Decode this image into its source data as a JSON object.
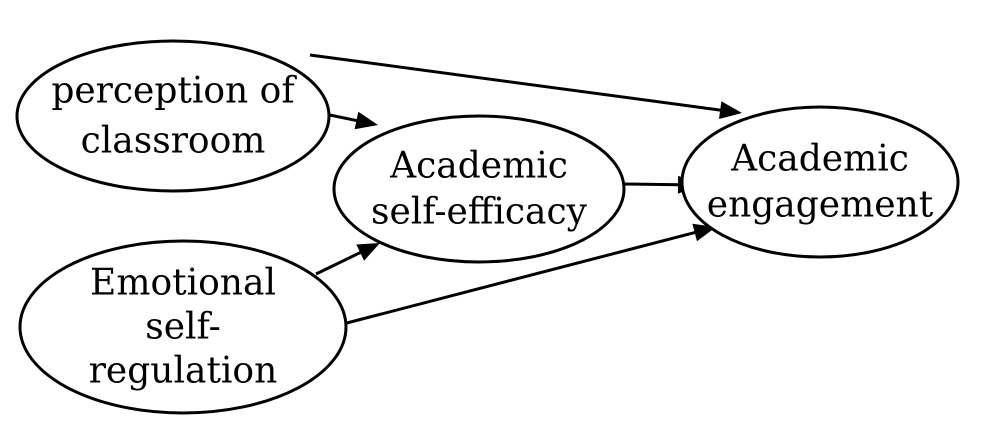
{
  "diagram": {
    "nodes": [
      {
        "id": "perception",
        "lines": [
          "perception of",
          "classroom"
        ]
      },
      {
        "id": "emotional",
        "lines": [
          "Emotional",
          "self-",
          "regulation"
        ]
      },
      {
        "id": "efficacy",
        "lines": [
          "Academic",
          "self-efficacy"
        ]
      },
      {
        "id": "engagement",
        "lines": [
          "Academic",
          "engagement"
        ]
      }
    ],
    "edges": [
      {
        "from": "perception",
        "to": "engagement"
      },
      {
        "from": "perception",
        "to": "efficacy"
      },
      {
        "from": "emotional",
        "to": "efficacy"
      },
      {
        "from": "emotional",
        "to": "engagement"
      },
      {
        "from": "efficacy",
        "to": "engagement"
      }
    ],
    "colors": {
      "stroke": "#000000",
      "fill": "#ffffff",
      "text": "#000000"
    }
  }
}
